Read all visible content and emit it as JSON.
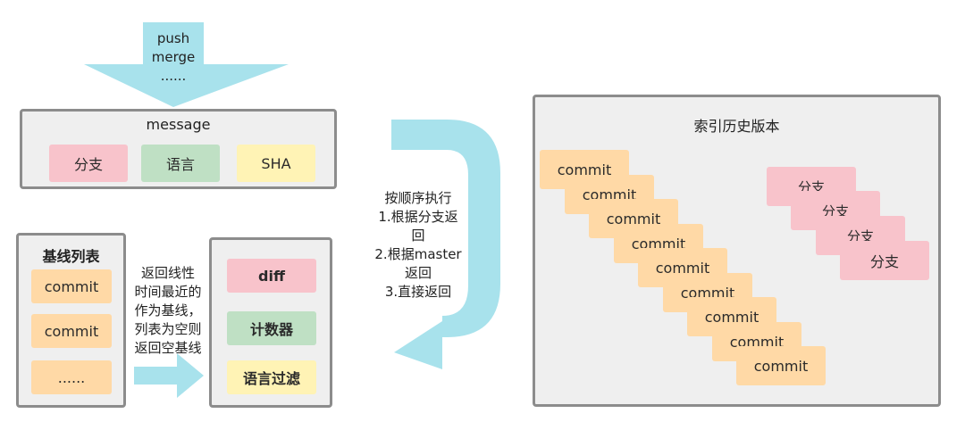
{
  "push_arrow": {
    "lines": [
      "push",
      "merge",
      "......"
    ]
  },
  "message_panel": {
    "title": "message",
    "chips": [
      {
        "label": "分支",
        "color": "#f8c3cb"
      },
      {
        "label": "语言",
        "color": "#bfe0c4"
      },
      {
        "label": "SHA",
        "color": "#fff3b5"
      }
    ]
  },
  "baseline_panel": {
    "title": "基线列表",
    "items": [
      "commit",
      "commit",
      "......"
    ]
  },
  "baseline_note": {
    "lines": [
      "返回线性",
      "时间最近的",
      "作为基线，",
      "列表为空则",
      "返回空基线"
    ]
  },
  "filter_panel": {
    "items": [
      {
        "label": "diff",
        "color": "#f8c3cb"
      },
      {
        "label": "计数器",
        "color": "#bfe0c4"
      },
      {
        "label": "语言过滤",
        "color": "#fff3b5"
      }
    ]
  },
  "order_note": {
    "lines": [
      "按顺序执行",
      "1.根据分支返",
      "回",
      "2.根据master",
      "返回",
      "3.直接返回"
    ]
  },
  "history_panel": {
    "title": "索引历史版本",
    "commits": [
      "commit",
      "commit",
      "commit",
      "commit",
      "commit",
      "commit",
      "commit",
      "commit"
    ],
    "branches": [
      "分支",
      "分支",
      "分支",
      "分支"
    ]
  },
  "colors": {
    "arrow": "#a8e2ec",
    "panel_bg": "#efefef",
    "panel_border": "#8c8c8c",
    "commit": "#ffd9a6",
    "branch": "#f8c3cb"
  }
}
